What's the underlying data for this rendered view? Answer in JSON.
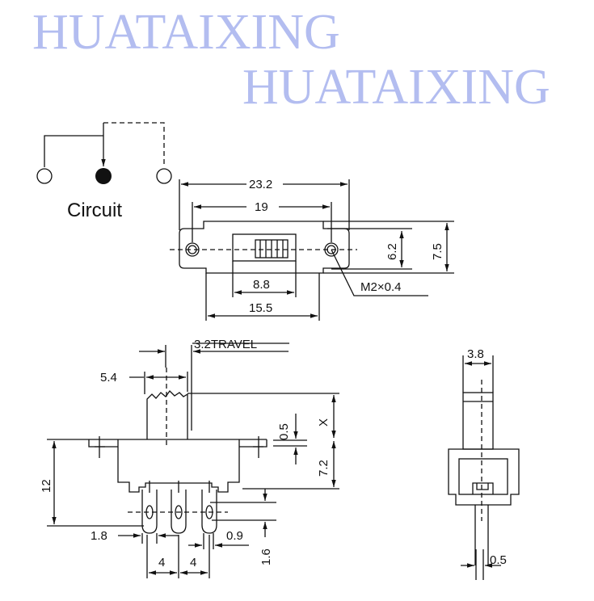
{
  "circuit": {
    "label": "Circuit"
  },
  "top_view": {
    "overall_width": "23.2",
    "hole_spacing": "19",
    "slider_length": "8.8",
    "body_length": "15.5",
    "body_height": "6.2",
    "plate_height": "7.5",
    "screw": "M2×0.4"
  },
  "side_view": {
    "travel": "3.2TRAVEL",
    "actuator_width": "5.4",
    "actuator_height": "X",
    "flange_thickness": "0.5",
    "body_depth": "7.2",
    "overall_height": "12",
    "terminal_width": "1.8",
    "terminal_thickness": "0.9",
    "hole_offset": "1.6",
    "pitch_1": "4",
    "pitch_2": "4"
  },
  "end_view": {
    "actuator_width": "3.8",
    "terminal_thickness": "0.5"
  },
  "watermarks": [
    "HUATAIXING",
    "HUATAIXING"
  ]
}
